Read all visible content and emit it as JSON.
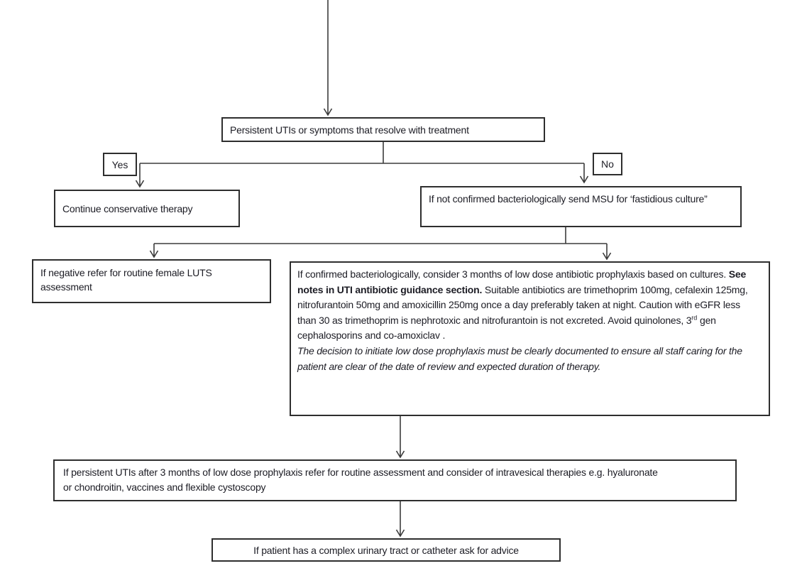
{
  "labels": {
    "yes": "Yes",
    "no": "No"
  },
  "boxes": {
    "persistent": "Persistent UTIs or symptoms that resolve with treatment",
    "conservative": "Continue conservative therapy",
    "msu": "If not confirmed bacteriologically send MSU for ‘fastidious culture”",
    "luts": "If negative refer for routine female LUTS assessment",
    "prophylaxis": {
      "text_before_bold": "If confirmed bacteriologically, consider 3 months of low dose antibiotic prophylaxis based on cultures. ",
      "bold_text": "See notes in UTI antibiotic guidance section.",
      "text_after_bold": " Suitable antibiotics are trimethoprim 100mg, cefalexin 125mg, nitrofurantoin 50mg and amoxicillin 250mg once a day preferably taken at night. Caution with eGFR less than 30 as trimethoprim is nephrotoxic and nitrofurantoin is not excreted. Avoid quinolones, 3",
      "ordinal_suffix": "rd",
      "text_after_suffix": " gen cephalosporins and co-amoxiclav .",
      "italic_note": "The decision to initiate low dose prophylaxis must be clearly documented to ensure all staff caring for the patient are clear of the date of review and expected duration of therapy."
    },
    "after_three_months": "If persistent UTIs after 3 months of low dose prophylaxis refer for routine assessment and consider of intravesical therapies e.g. hyaluronate or chondroitin, vaccines and flexible cystoscopy",
    "complex_tract": "If patient has a complex urinary tract or catheter ask for advice"
  },
  "colors": {
    "border": "#2e2e2e",
    "text": "#1c1c24",
    "line": "#3c3c3c",
    "background": "#ffffff"
  }
}
